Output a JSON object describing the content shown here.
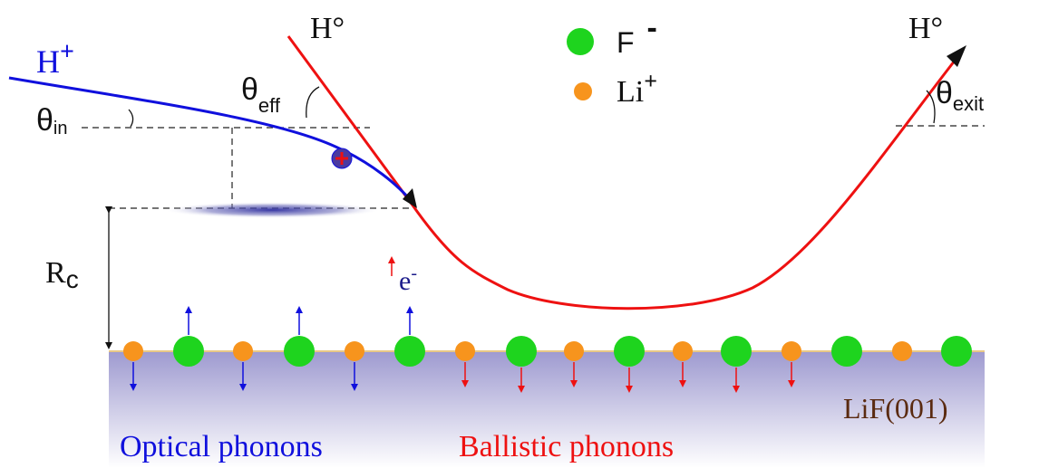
{
  "labels": {
    "h_plus": "H",
    "h_plus_sup": "+",
    "h_in": "H°",
    "h_out": "H°",
    "theta_in": "θ",
    "theta_in_sub": "in",
    "theta_eff": "θ",
    "theta_eff_sub": "eff",
    "theta_exit": "θ",
    "theta_exit_sub": "exit",
    "rc": "R",
    "rc_sub": "c",
    "electron": "e",
    "electron_sup": "-",
    "surface": "LiF(001)",
    "optical": "Optical phonons",
    "ballistic": "Ballistic phonons"
  },
  "legend": [
    {
      "symbol": "F",
      "sup": "-",
      "color": "#1ed41e"
    },
    {
      "symbol": "Li",
      "sup": "+",
      "color": "#f7941d"
    }
  ],
  "colors": {
    "incoming": "#1010dd",
    "trajectory": "#ee1111",
    "surface_top": "#9e9ad0",
    "surface_bottom": "#ffffff",
    "surface_edge": "#e8c887",
    "f_ion": "#1ed41e",
    "li_ion": "#f7941d",
    "optical_arrow": "#1010dd",
    "ballistic_arrow": "#ee1111",
    "surface_label": "#5a2a10"
  }
}
